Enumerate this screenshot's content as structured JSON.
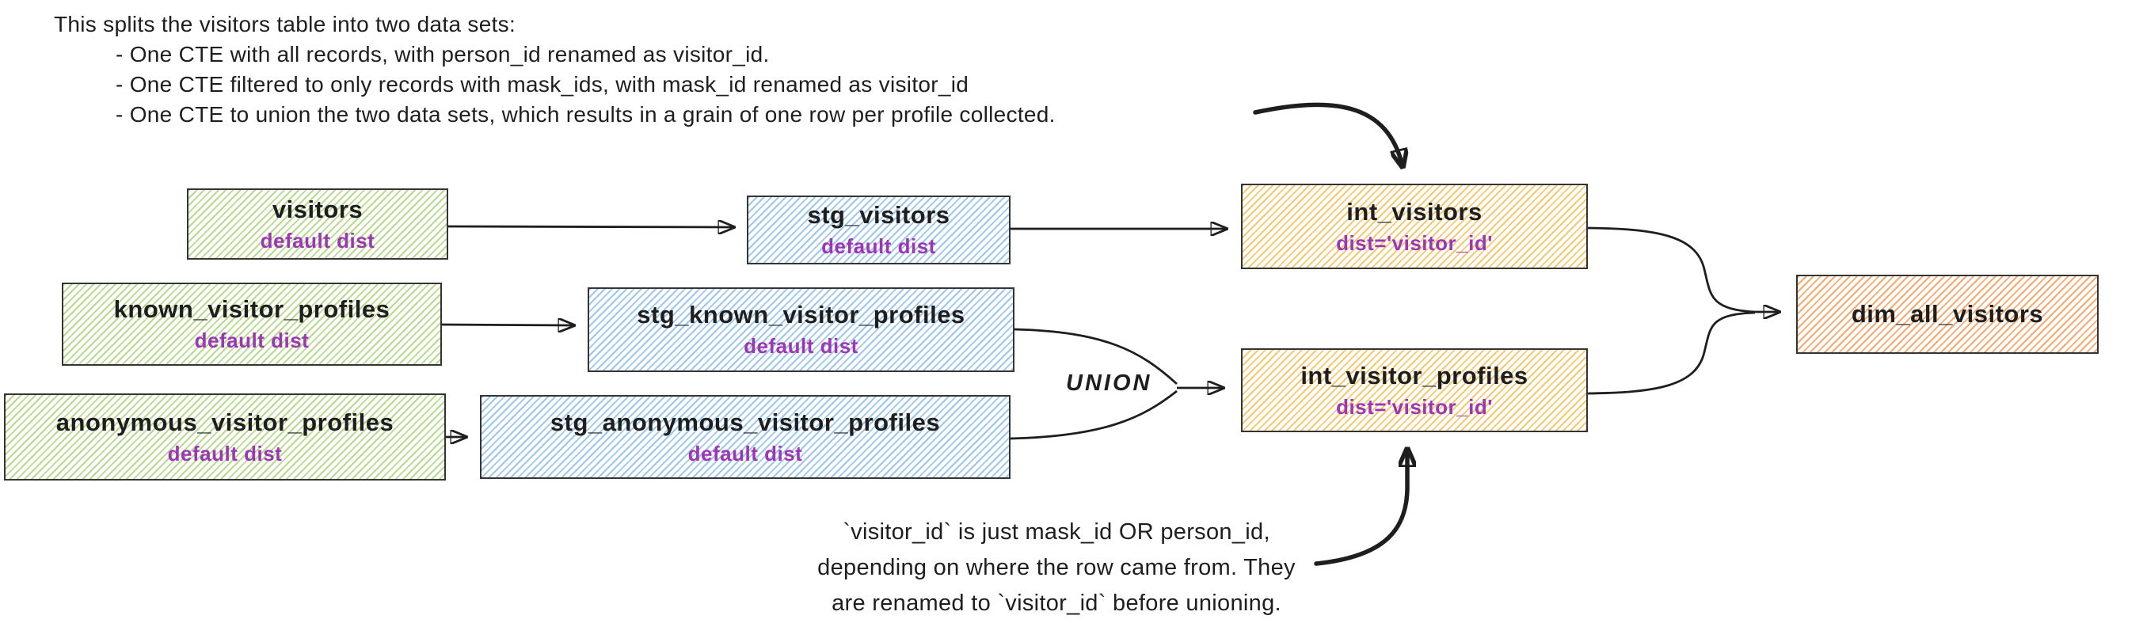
{
  "diagram": {
    "top_note": {
      "lines": [
        "This splits the visitors table into two data sets:",
        "- One CTE with all records, with person_id renamed as visitor_id.",
        "- One CTE filtered to only records with mask_ids, with mask_id renamed as visitor_id",
        "- One CTE to union the two data sets, which results in a grain of one row per profile collected."
      ]
    },
    "bottom_note": {
      "lines": [
        "`visitor_id` is just mask_id OR person_id,",
        "depending on where the row came from. They",
        "are renamed to `visitor_id` before unioning."
      ]
    },
    "union_label": "UNION",
    "nodes": {
      "visitors": {
        "title": "visitors",
        "subtitle": "default dist"
      },
      "stg_visitors": {
        "title": "stg_visitors",
        "subtitle": "default dist"
      },
      "int_visitors": {
        "title": "int_visitors",
        "subtitle": "dist='visitor_id'"
      },
      "known_visitor_profiles": {
        "title": "known_visitor_profiles",
        "subtitle": "default dist"
      },
      "stg_known_visitor_profiles": {
        "title": "stg_known_visitor_profiles",
        "subtitle": "default dist"
      },
      "int_visitor_profiles": {
        "title": "int_visitor_profiles",
        "subtitle": "dist='visitor_id'"
      },
      "anonymous_visitor_profiles": {
        "title": "anonymous_visitor_profiles",
        "subtitle": "default dist"
      },
      "stg_anonymous_visitor_profiles": {
        "title": "stg_anonymous_visitor_profiles",
        "subtitle": "default dist"
      },
      "dim_all_visitors": {
        "title": "dim_all_visitors"
      }
    },
    "edges": [
      {
        "from": "visitors",
        "to": "stg_visitors"
      },
      {
        "from": "stg_visitors",
        "to": "int_visitors"
      },
      {
        "from": "known_visitor_profiles",
        "to": "stg_known_visitor_profiles"
      },
      {
        "from": "anonymous_visitor_profiles",
        "to": "stg_anonymous_visitor_profiles"
      },
      {
        "from": "stg_known_visitor_profiles",
        "to": "int_visitor_profiles",
        "label": "UNION"
      },
      {
        "from": "stg_anonymous_visitor_profiles",
        "to": "int_visitor_profiles",
        "label": "UNION"
      },
      {
        "from": "int_visitors",
        "to": "dim_all_visitors"
      },
      {
        "from": "int_visitor_profiles",
        "to": "dim_all_visitors"
      }
    ],
    "colors": {
      "source_green": "#b8da8d",
      "staging_blue": "#9dc7ec",
      "intermediate_yellow": "#f6c96f",
      "dim_orange": "#f6aa70",
      "subtitle_purple": "#9c36b5",
      "ink": "#1e1e1e"
    }
  }
}
